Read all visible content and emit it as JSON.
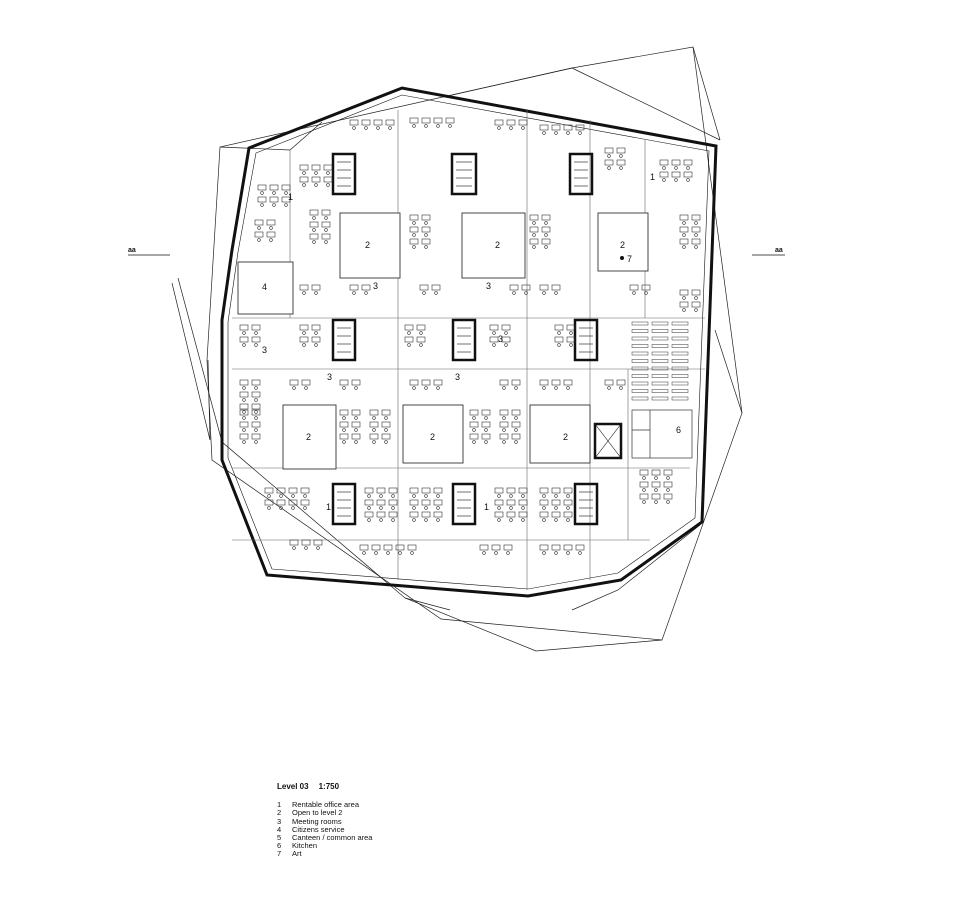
{
  "section_marks": {
    "left": "aa",
    "right": "aa"
  },
  "room_numbers": [
    "1",
    "1",
    "1",
    "1",
    "2",
    "2",
    "2",
    "2",
    "2",
    "2",
    "3",
    "3",
    "3",
    "3",
    "3",
    "3",
    "4",
    "6",
    "7"
  ],
  "legend": {
    "level": "Level 03",
    "scale": "1:750",
    "items": [
      {
        "num": "1",
        "label": "Rentable office area"
      },
      {
        "num": "2",
        "label": "Open to level 2"
      },
      {
        "num": "3",
        "label": "Meeting rooms"
      },
      {
        "num": "4",
        "label": "Citizens service"
      },
      {
        "num": "5",
        "label": "Canteen / common area"
      },
      {
        "num": "6",
        "label": "Kitchen"
      },
      {
        "num": "7",
        "label": "Art"
      }
    ]
  }
}
